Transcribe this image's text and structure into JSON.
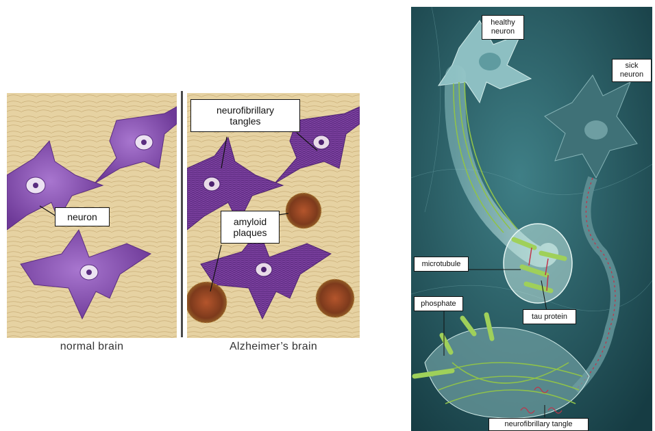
{
  "left_figure": {
    "captions": {
      "normal": "normal brain",
      "alzheimers": "Alzheimer’s brain"
    },
    "labels": {
      "neuron": "neuron",
      "neurofibrillary_tangles": "neurofibrillary\ntangles",
      "amyloid_plaques": "amyloid\nplaques"
    }
  },
  "right_figure": {
    "labels": {
      "healthy_neuron": "healthy\nneuron",
      "sick_neuron": "sick\nneuron",
      "microtubule": "microtubule",
      "phosphate": "phosphate",
      "tau_protein": "tau protein",
      "neurofibrillary_tangle": "neurofibrillary tangle"
    }
  },
  "colors": {
    "tissue": "#e6d2a2",
    "neuron_purple": "#8a4fb3",
    "tangle_purple": "#7a3f9e",
    "plaque": "#7d3a1c",
    "right_background": "#1f4d55",
    "microtubule_green": "#8fc24a",
    "tau_red": "#c0344a"
  }
}
